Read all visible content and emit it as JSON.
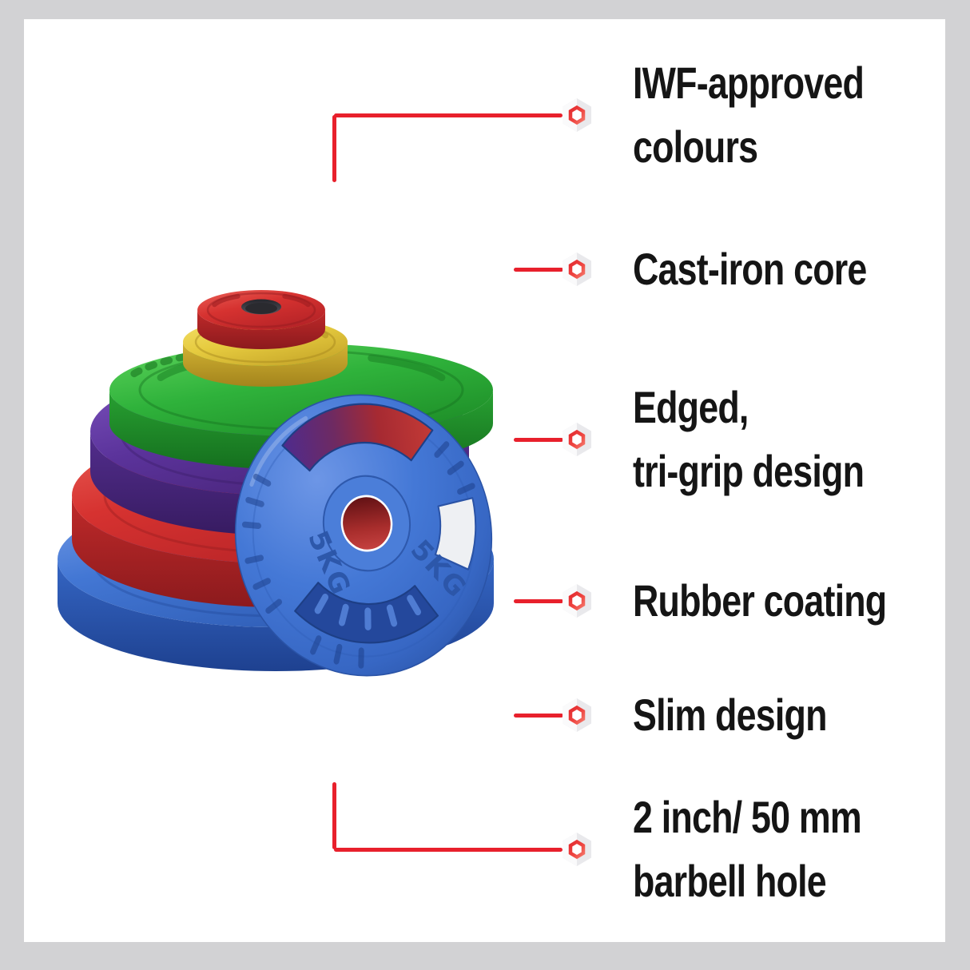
{
  "frame": {
    "bg": "#d2d2d4",
    "panel": "#ffffff"
  },
  "palette": {
    "accent_red": "#e8202c",
    "text": "#151515",
    "hex_gray": "#e9e9ec"
  },
  "features": [
    {
      "id": "iwf-colours",
      "lines": [
        "IWF-approved",
        "colours"
      ]
    },
    {
      "id": "cast-iron-core",
      "lines": [
        "Cast-iron core"
      ]
    },
    {
      "id": "tri-grip",
      "lines": [
        "Edged,",
        "tri-grip design"
      ]
    },
    {
      "id": "rubber-coating",
      "lines": [
        "Rubber coating"
      ]
    },
    {
      "id": "slim-design",
      "lines": [
        "Slim design"
      ]
    },
    {
      "id": "barbell-hole",
      "lines": [
        "2 inch/ 50 mm",
        "barbell hole"
      ]
    }
  ],
  "product": {
    "description": "Stack of rubber-coated tri-grip weight plates in blue, red, purple, green, yellow",
    "front_plate_label": "5KG",
    "plate_colors": [
      "#3c6dc9",
      "#d32f2f",
      "#5b339b",
      "#2fb23b",
      "#e6cb3f",
      "#d63230"
    ]
  }
}
